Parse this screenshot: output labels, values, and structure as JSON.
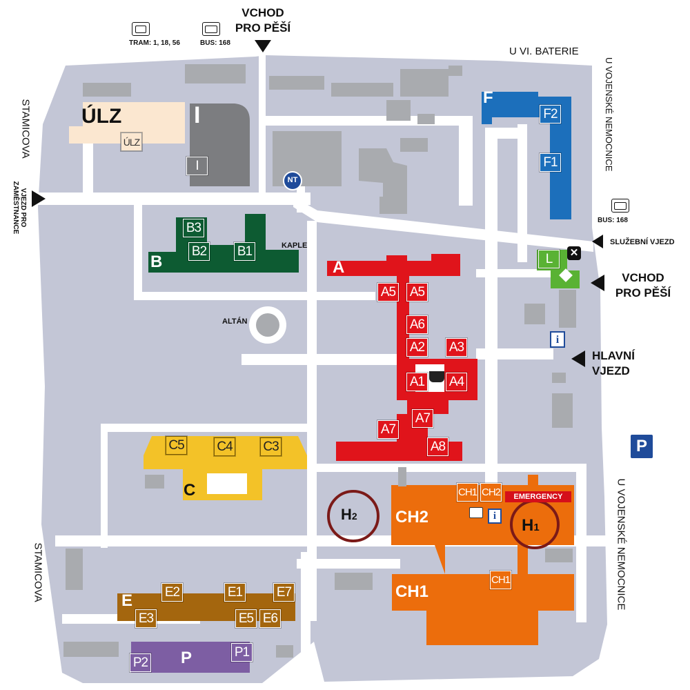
{
  "colors": {
    "ground": "#c3c6d6",
    "road": "#ffffff",
    "gray_building": "#a9abaf",
    "dark_gray_building": "#7c7d80",
    "ulz": "#fbe7d0",
    "b": "#0d5b32",
    "a": "#e0141b",
    "c": "#f3c228",
    "ch": "#ec6d0c",
    "e": "#a4660e",
    "p": "#7d5ea3",
    "f": "#1c6fbb",
    "l": "#59b234",
    "parking": "#1f4b9a",
    "heli_ring": "#7b1a18"
  },
  "entrances": {
    "top": {
      "line1": "VCHOD",
      "line2": "PRO PĚŠÍ"
    },
    "right_pedestrian": {
      "line1": "VCHOD",
      "line2": "PRO PĚŠÍ"
    },
    "main": {
      "line1": "HLAVNÍ",
      "line2": "VJEZD"
    },
    "service": "SLUŽEBNÍ VJEZD",
    "staff_line1": "VJEZD PRO",
    "staff_line2": "ZAMĚSTNANCE"
  },
  "transport": {
    "tram": "TRAM: 1, 18, 56",
    "bus_top": "BUS: 168",
    "bus_right": "BUS: 168"
  },
  "streets": {
    "top": "U VI. BATERIE",
    "right_top": "U VOJENSKÉ NEMOCNICE",
    "right_bottom": "U VOJENSKÉ NEMOCNICE",
    "left_top": "STAMICOVA",
    "left_bottom": "STAMICOVA"
  },
  "places": {
    "kaple": "KAPLE",
    "altan": "ALTÁN",
    "emergency": "EMERGENCY",
    "nt": "NT",
    "parking": "P"
  },
  "buildings": {
    "ulz": "ÚLZ",
    "i": "I",
    "b": "B",
    "a": "A",
    "c": "C",
    "e": "E",
    "p": "P",
    "f": "F",
    "ch1": "CH1",
    "ch2": "CH2"
  },
  "badges": {
    "ulz": "ÚLZ",
    "i": "I",
    "b3": "B3",
    "b2": "B2",
    "b1": "B1",
    "a5l": "A5",
    "a5r": "A5",
    "a6": "A6",
    "a2": "A2",
    "a3": "A3",
    "a1": "A1",
    "a4": "A4",
    "a7l": "A7",
    "a7r": "A7",
    "a8": "A8",
    "c5": "C5",
    "c4": "C4",
    "c3": "C3",
    "ch1_top": "CH1",
    "ch2_top": "CH2",
    "ch1_mid": "CH1",
    "e2": "E2",
    "e1": "E1",
    "e7": "E7",
    "e3": "E3",
    "e5": "E5",
    "e6": "E6",
    "p2": "P2",
    "p1": "P1",
    "f2": "F2",
    "f1": "F1",
    "l": "L"
  },
  "helipads": {
    "h1": {
      "letter": "H",
      "sub": "1"
    },
    "h2": {
      "letter": "H",
      "sub": "2"
    }
  }
}
